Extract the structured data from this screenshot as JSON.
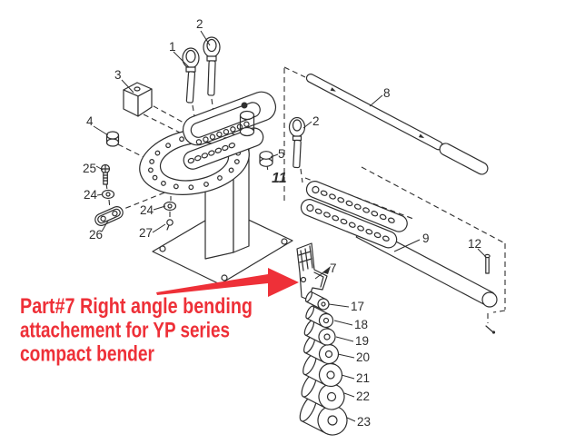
{
  "diagram": {
    "ink": "#2e2e2e",
    "labels": [
      {
        "text": "1"
      },
      {
        "text": "2"
      },
      {
        "text": "3"
      },
      {
        "text": "4"
      },
      {
        "text": "25"
      },
      {
        "text": "24"
      },
      {
        "text": "26"
      },
      {
        "text": "24"
      },
      {
        "text": "27"
      },
      {
        "text": "2"
      },
      {
        "text": "5"
      },
      {
        "text": "11"
      },
      {
        "text": "7"
      },
      {
        "text": "8"
      },
      {
        "text": "9"
      },
      {
        "text": "12"
      },
      {
        "text": "17"
      },
      {
        "text": "18"
      },
      {
        "text": "19"
      },
      {
        "text": "20"
      },
      {
        "text": "21"
      },
      {
        "text": "22"
      },
      {
        "text": "23"
      }
    ]
  },
  "annotation": {
    "line1": "Part#7 Right angle bending",
    "line2": "attachement for YP series",
    "line3": "compact bender",
    "color": "#ee3038"
  }
}
